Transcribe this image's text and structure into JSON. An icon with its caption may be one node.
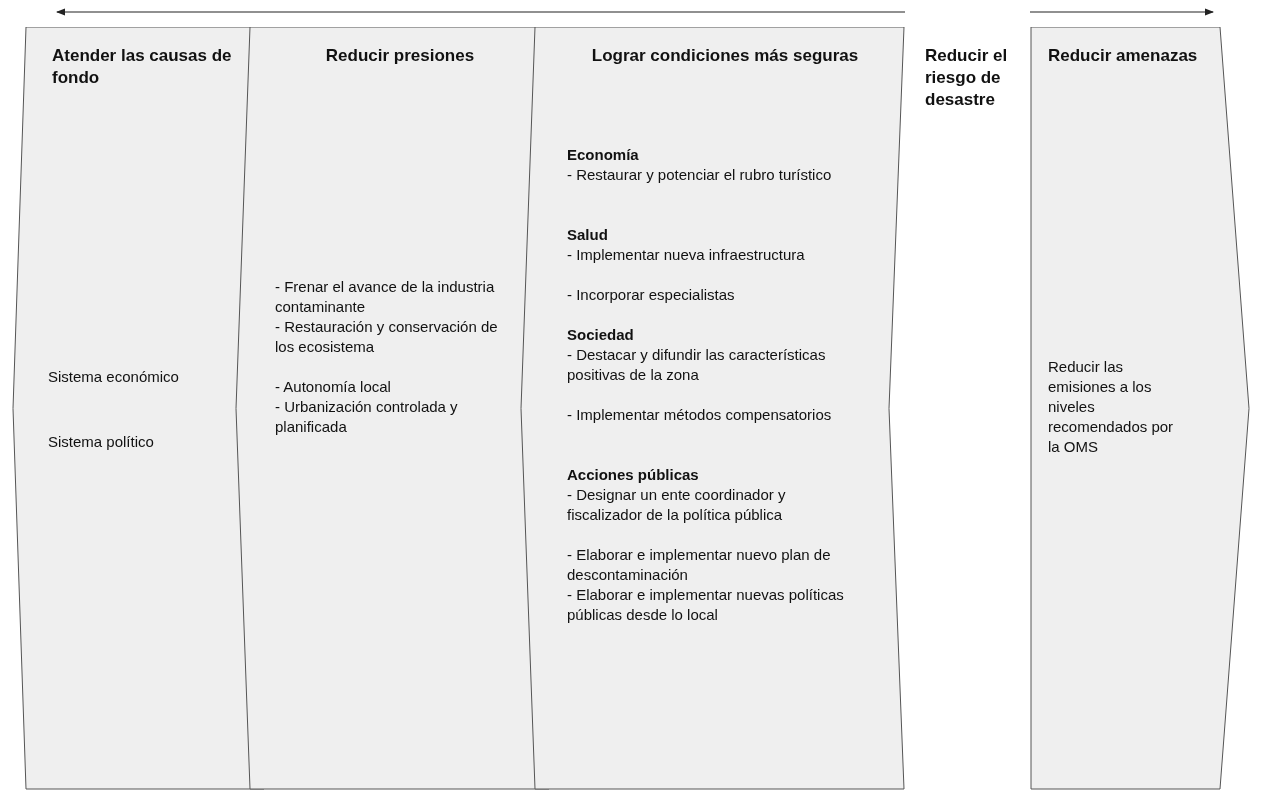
{
  "diagram": {
    "nodes": [
      {
        "text": [
          "Atender las causas de fondo",
          "Sistema económico",
          "Sistema político"
        ]
      },
      {
        "text": [
          "Reducir presiones",
          "- Frenar el avance de la industria contaminante",
          "- Restauración y conservación de los ecosistema",
          "- Autonomía local",
          "- Urbanización controlada y planificada"
        ]
      },
      {
        "text": [
          "Lograr condiciones más seguras",
          "Economía",
          "- Restaurar y potenciar el rubro turístico",
          "Salud",
          "- Implementar nueva infraestructura",
          "- Incorporar especialistas",
          "Sociedad",
          "- Destacar y difundir las características positivas de la zona",
          "- Implementar métodos compensatorios",
          "Acciones públicas",
          "- Designar un ente coordinador y fiscalizador de la política pública",
          "- Elaborar e implementar nuevo plan de descontaminación",
          "- Elaborar e implementar nuevas políticas públicas desde lo local"
        ]
      },
      {
        "text": [
          "Reducir amenazas",
          "Reducir las emisiones a los niveles recomendados por la OMS"
        ]
      }
    ],
    "edges": [],
    "labels": [
      "Reducir el riesgo de desastre"
    ]
  }
}
